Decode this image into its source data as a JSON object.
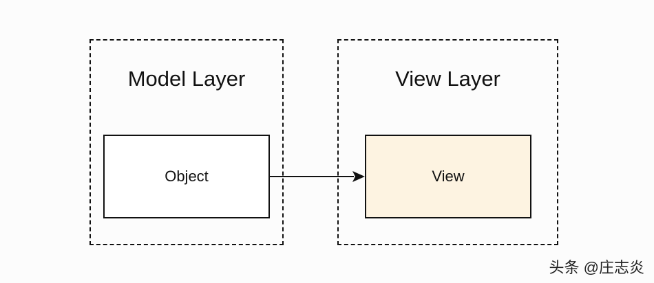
{
  "diagram": {
    "model_layer": {
      "title": "Model Layer"
    },
    "view_layer": {
      "title": "View Layer"
    },
    "nodes": {
      "object": {
        "label": "Object",
        "fill": "#ffffff"
      },
      "view": {
        "label": "View",
        "fill": "#fdf3e1"
      }
    },
    "edges": [
      {
        "from": "Object",
        "to": "View",
        "style": "arrow"
      }
    ]
  },
  "watermark": {
    "text": "头条 @庄志炎"
  }
}
